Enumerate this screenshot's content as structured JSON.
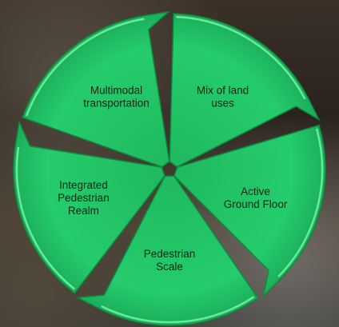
{
  "segments": [
    {
      "id": "mix-of-land-uses",
      "lines": [
        "Mix of land",
        "uses"
      ]
    },
    {
      "id": "active-ground-floor",
      "lines": [
        "Active",
        "Ground Floor"
      ]
    },
    {
      "id": "pedestrian-scale",
      "lines": [
        "Pedestrian",
        "Scale"
      ]
    },
    {
      "id": "integrated-pedestrian-realm",
      "lines": [
        "Integrated",
        "Pedestrian",
        "Realm"
      ]
    },
    {
      "id": "multimodal-transportation",
      "lines": [
        "Multimodal",
        "transportation"
      ]
    }
  ],
  "colors": {
    "segment_fill": "#22c96a",
    "segment_edge": "#7dffb0",
    "segment_dark": "#0e8a3f",
    "text": "#0c2614"
  }
}
